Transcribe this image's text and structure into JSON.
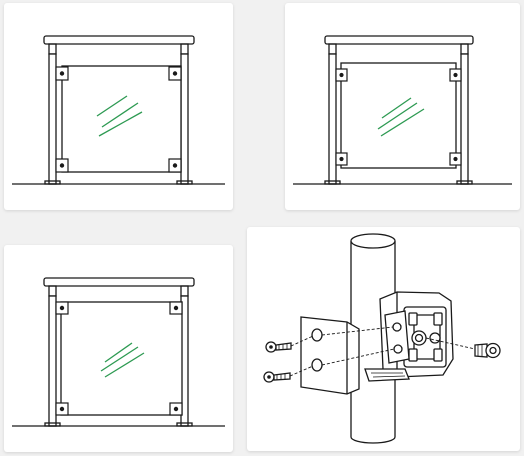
{
  "panels": [
    {
      "name": "railing-panel-top-left",
      "caption": ""
    },
    {
      "name": "railing-panel-top-right",
      "caption": ""
    },
    {
      "name": "railing-panel-bottom-left",
      "caption": ""
    },
    {
      "name": "clamp-assembly-detail",
      "caption": ""
    }
  ],
  "colors": {
    "background": "#f1f1f1",
    "panel": "#ffffff",
    "line": "#1a1a1a",
    "glass_reflection": "#2d9a52"
  }
}
